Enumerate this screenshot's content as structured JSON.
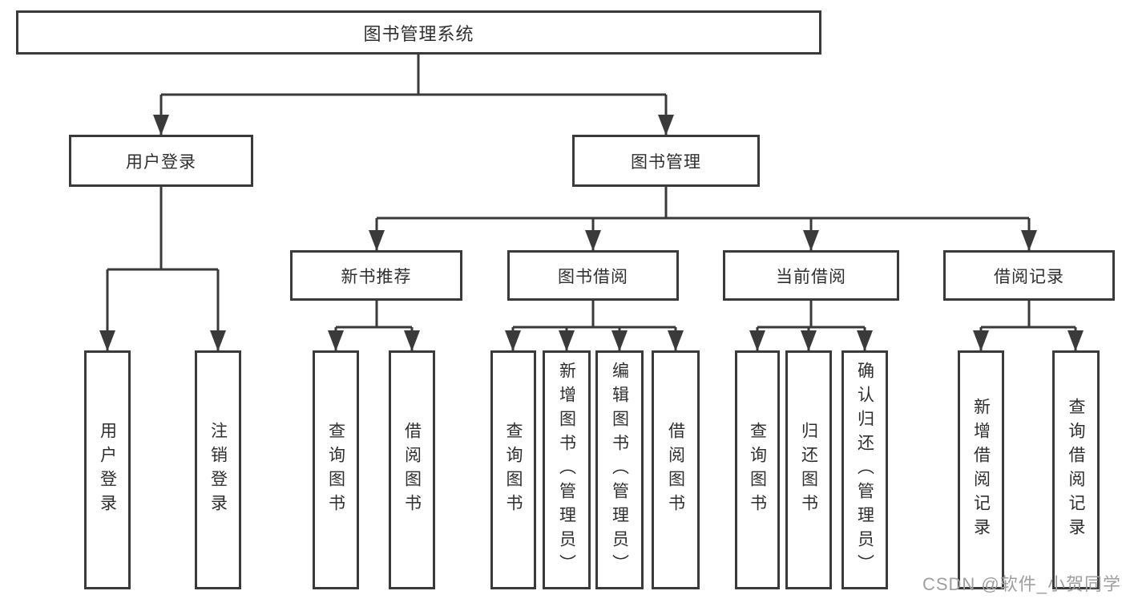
{
  "diagram": {
    "root": {
      "label": "图书管理系统"
    },
    "level2": [
      {
        "label": "用户登录"
      },
      {
        "label": "图书管理"
      }
    ],
    "level3": [
      {
        "label": "新书推荐"
      },
      {
        "label": "图书借阅"
      },
      {
        "label": "当前借阅"
      },
      {
        "label": "借阅记录"
      }
    ],
    "leaves": {
      "user_login": [
        "用户登录",
        "注销登录"
      ],
      "new_book_recommend": [
        "查询图书",
        "借阅图书"
      ],
      "book_borrow": [
        "查询图书",
        "新增图书（管理员）",
        "编辑图书（管理员）",
        "借阅图书"
      ],
      "current_borrow": [
        "查询图书",
        "归还图书",
        "确认归还（管理员）"
      ],
      "borrow_records": [
        "新增借阅记录",
        "查询借阅记录"
      ]
    }
  },
  "watermark": {
    "text": "CSDN @软件_小贺同学"
  },
  "colors": {
    "line": "#3a3a3a",
    "box_border": "#3a3a3a",
    "text": "#2f2f2f",
    "watermark": "#9f9f9f",
    "background": "#ffffff"
  }
}
